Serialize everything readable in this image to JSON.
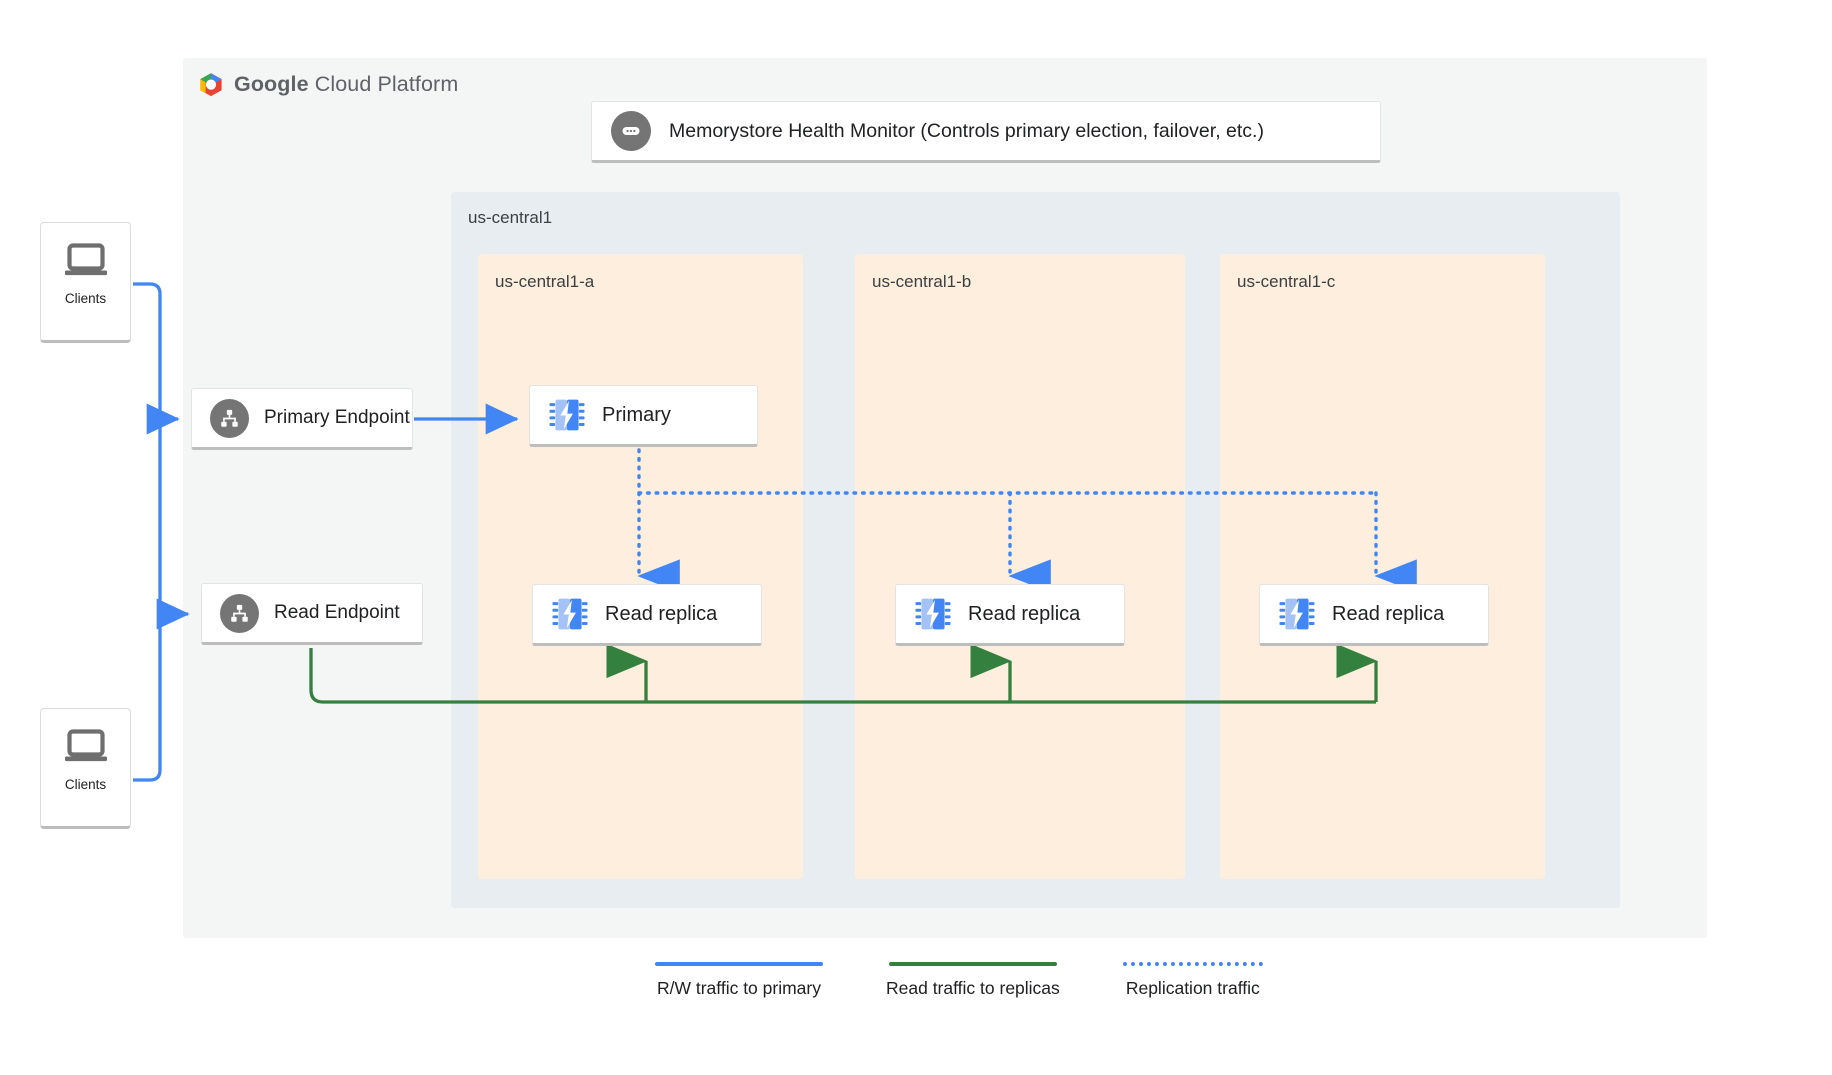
{
  "platform": {
    "logo_word_1": "Google",
    "logo_word_2": "Cloud Platform",
    "logo_icon": "google-cloud-hexagon-icon"
  },
  "monitor": {
    "label": "Memorystore Health Monitor (Controls primary election, failover, etc.)",
    "icon": "health-monitor-icon"
  },
  "region": {
    "label": "us-central1",
    "zones": [
      {
        "label": "us-central1-a"
      },
      {
        "label": "us-central1-b"
      },
      {
        "label": "us-central1-c"
      }
    ]
  },
  "endpoints": [
    {
      "label": "Primary Endpoint",
      "icon": "network-endpoint-icon"
    },
    {
      "label": "Read Endpoint",
      "icon": "network-endpoint-icon"
    }
  ],
  "nodes": {
    "primary": {
      "label": "Primary",
      "icon": "memorystore-chip-icon"
    },
    "replicas": [
      {
        "label": "Read replica",
        "icon": "memorystore-chip-icon"
      },
      {
        "label": "Read replica",
        "icon": "memorystore-chip-icon"
      },
      {
        "label": "Read replica",
        "icon": "memorystore-chip-icon"
      }
    ]
  },
  "clients": [
    {
      "label": "Clients",
      "icon": "laptop-icon"
    },
    {
      "label": "Clients",
      "icon": "laptop-icon"
    }
  ],
  "legend": [
    {
      "label": "R/W traffic to primary",
      "color": "#4285f4",
      "style": "solid"
    },
    {
      "label": "Read traffic to replicas",
      "color": "#34803f",
      "style": "solid"
    },
    {
      "label": "Replication traffic",
      "color": "#4285f4",
      "style": "dotted"
    }
  ],
  "colors": {
    "blue": "#4285f4",
    "green": "#34803f",
    "panel_bg": "#f4f5f5",
    "region_bg": "#e8edf1",
    "zone_bg": "#fdeedd",
    "icon_gray": "#757575"
  }
}
